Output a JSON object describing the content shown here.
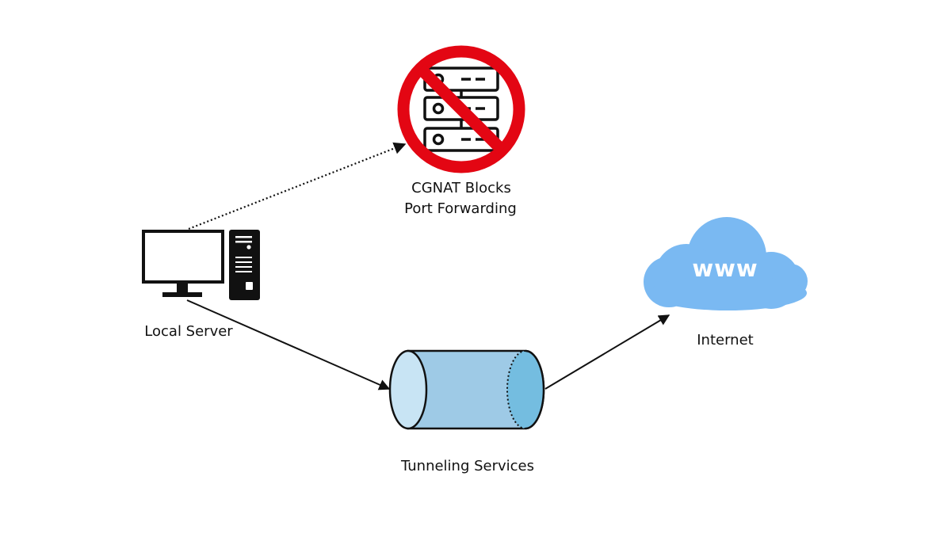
{
  "nodes": {
    "local_server": {
      "label": "Local Server"
    },
    "cgnat": {
      "label_line1": "CGNAT Blocks",
      "label_line2": "Port Forwarding"
    },
    "tunnel": {
      "label": "Tunneling Services"
    },
    "internet": {
      "label": "Internet",
      "icon_text": "www"
    }
  },
  "colors": {
    "prohibit_red": "#e30613",
    "cloud_blue": "#7ab9f2",
    "tunnel_body": "#9ecae6",
    "tunnel_front": "#c8e4f4",
    "tunnel_back": "#74bde0",
    "stroke": "#111111"
  },
  "icons": {
    "local_server": "desktop-computer-icon",
    "cgnat": "blocked-server-rack-icon",
    "internet": "www-cloud-icon",
    "tunnel": "tunnel-cylinder-icon"
  }
}
